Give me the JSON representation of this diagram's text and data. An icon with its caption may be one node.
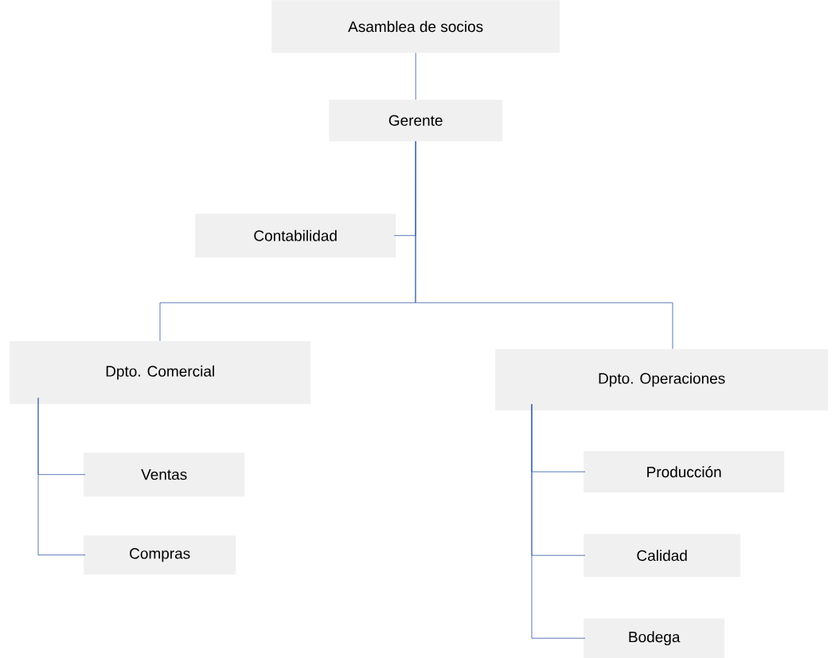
{
  "diagram": {
    "nodes": [
      {
        "text": [
          "Asamblea de socios"
        ]
      },
      {
        "text": [
          "Gerente"
        ]
      },
      {
        "text": [
          "Contabilidad"
        ]
      },
      {
        "text": [
          "Dpto. Comercial"
        ]
      },
      {
        "text": [
          "Dpto. Operaciones"
        ]
      },
      {
        "text": [
          "Ventas"
        ]
      },
      {
        "text": [
          "Compras"
        ]
      },
      {
        "text": [
          "Producción"
        ]
      },
      {
        "text": [
          "Calidad"
        ]
      },
      {
        "text": [
          "Bodega"
        ]
      }
    ],
    "edges": [
      {
        "from": 0,
        "to": 1,
        "arrow": "none"
      },
      {
        "from": 1,
        "to": 2,
        "arrow": "none"
      },
      {
        "from": 1,
        "to": 3,
        "arrow": "none"
      },
      {
        "from": 1,
        "to": 4,
        "arrow": "none"
      },
      {
        "from": 3,
        "to": 5,
        "arrow": "none"
      },
      {
        "from": 3,
        "to": 6,
        "arrow": "none"
      },
      {
        "from": 4,
        "to": 7,
        "arrow": "none"
      },
      {
        "from": 4,
        "to": 8,
        "arrow": "none"
      },
      {
        "from": 4,
        "to": 9,
        "arrow": "none"
      }
    ]
  }
}
